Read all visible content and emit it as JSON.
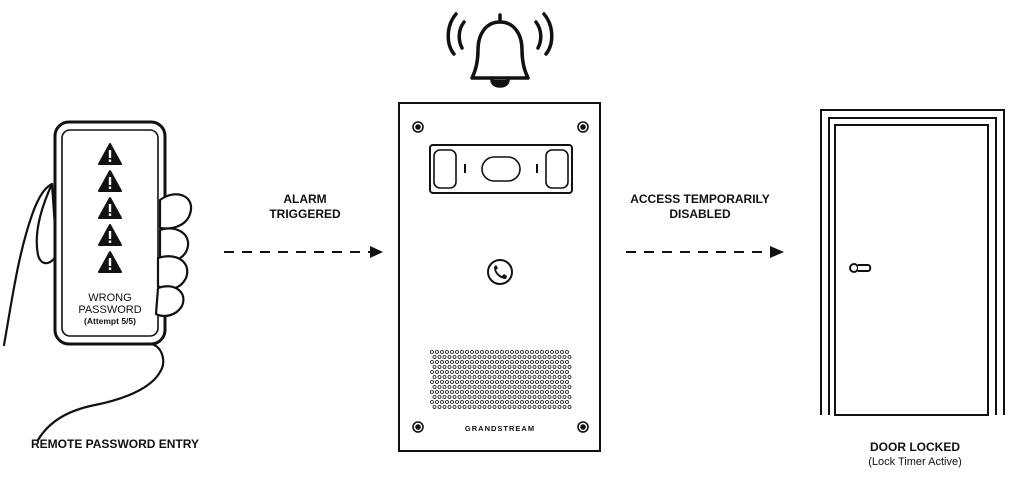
{
  "phone": {
    "warning_count": 5,
    "message_line1": "WRONG",
    "message_line2": "PASSWORD",
    "attempt": "(Attempt 5/5)"
  },
  "labels": {
    "remote_entry": "REMOTE PASSWORD ENTRY",
    "alarm_line1": "ALARM",
    "alarm_line2": "TRIGGERED",
    "access_line1": "ACCESS TEMPORARILY",
    "access_line2": "DISABLED",
    "door_locked": "DOOR LOCKED",
    "lock_timer": "(Lock Timer Active)"
  },
  "device": {
    "brand": "GRANDSTREAM"
  },
  "icons": [
    "warning-icon",
    "bell-icon",
    "call-icon",
    "keyhole-icon",
    "arrow-right-icon"
  ]
}
